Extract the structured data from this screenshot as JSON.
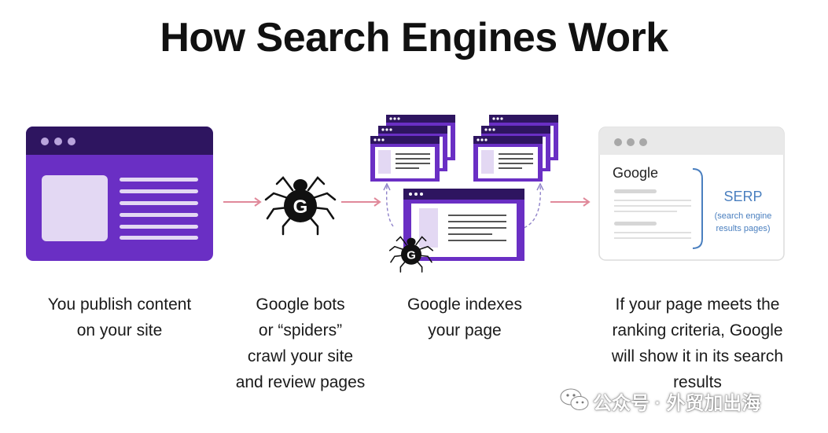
{
  "title": "How Search Engines Work",
  "steps": [
    {
      "caption_lines": [
        "You publish content",
        "on your site"
      ]
    },
    {
      "caption_lines": [
        "Google bots",
        "or “spiders”",
        "crawl your site",
        "and review pages"
      ]
    },
    {
      "caption_lines": [
        "Google indexes",
        "your page"
      ]
    },
    {
      "caption_lines": [
        "If your page meets the",
        "ranking criteria, Google",
        "will show it in its search",
        "results"
      ]
    }
  ],
  "spider_letter": "G",
  "serp": {
    "brand": "Google",
    "label": "SERP",
    "sublabel_lines": [
      "(search engine",
      "results pages)"
    ]
  },
  "watermark": {
    "text": "公众号 · 外贸加出海",
    "icon": "wechat-icon"
  },
  "colors": {
    "purple": "#6a2fc4",
    "purple_dark": "#2e1560",
    "lavender": "#e3d8f3",
    "arrow_pink": "#e0899a",
    "serp_blue": "#4a7fbf"
  }
}
